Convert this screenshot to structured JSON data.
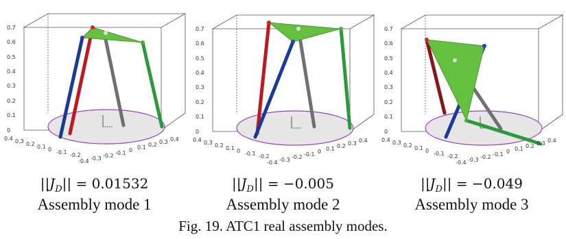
{
  "caption": "Fig. 19. ATC1 real assembly modes.",
  "colors": {
    "red_leg": "#c01820",
    "blue_leg": "#1a3a9a",
    "green_leg": "#2a9a3a",
    "gray_leg": "#707070",
    "platform": "#66c040",
    "base_fill": "#e6e6e6",
    "base_edge": "#9a3cc0"
  },
  "y_ticks": [
    "0",
    "0.1",
    "0.2",
    "0.3",
    "0.4",
    "0.5",
    "0.6",
    "0.7"
  ],
  "left_axis_ticks": [
    "0.4",
    "0.3",
    "0.2",
    "0.1",
    "0",
    "-0.1",
    "-0.2"
  ],
  "right_axis_ticks": [
    "-0.4",
    "-0.3",
    "-0.2",
    "-0.1",
    "0",
    "0.1",
    "0.2",
    "0.3",
    "0.4"
  ],
  "panels": [
    {
      "det_label": "||J",
      "det_sub": "D",
      "det_value": "|| = 0.01532",
      "mode_label": "Assembly mode 1"
    },
    {
      "det_label": "||J",
      "det_sub": "D",
      "det_value": "|| = −0.005",
      "mode_label": "Assembly mode 2"
    },
    {
      "det_label": "||J",
      "det_sub": "D",
      "det_value": "|| = −0.049",
      "mode_label": "Assembly mode 3"
    }
  ]
}
